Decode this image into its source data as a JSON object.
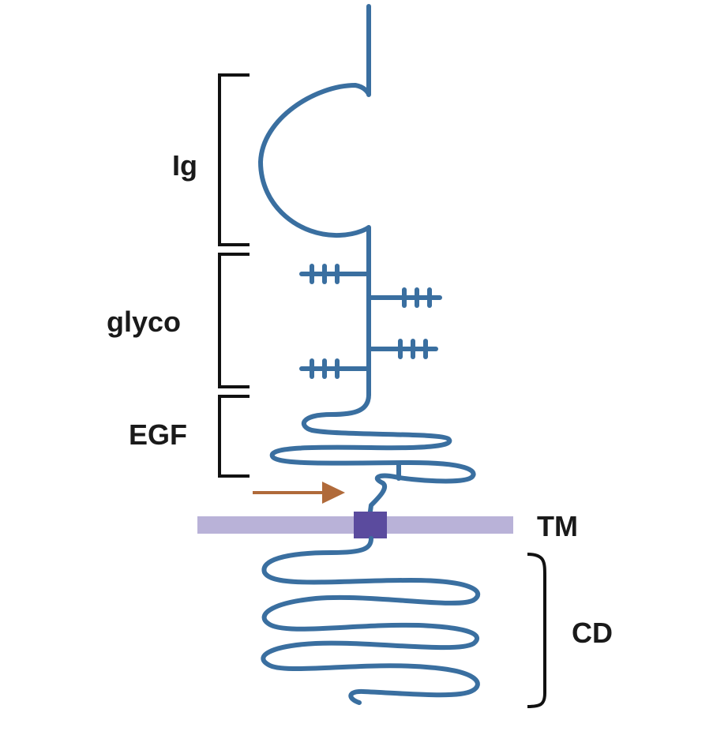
{
  "labels": {
    "ig": "Ig",
    "glyco": "glyco",
    "egf": "EGF",
    "tm": "TM",
    "cd": "CD"
  },
  "colors": {
    "protein_chain": "#3a6fa0",
    "membrane": "#b9b2d8",
    "transmembrane_box": "#5b4b9e",
    "arrow": "#b06a3a",
    "bracket": "#111111"
  },
  "icons": {
    "arrow": "cleavage-arrow-icon"
  }
}
